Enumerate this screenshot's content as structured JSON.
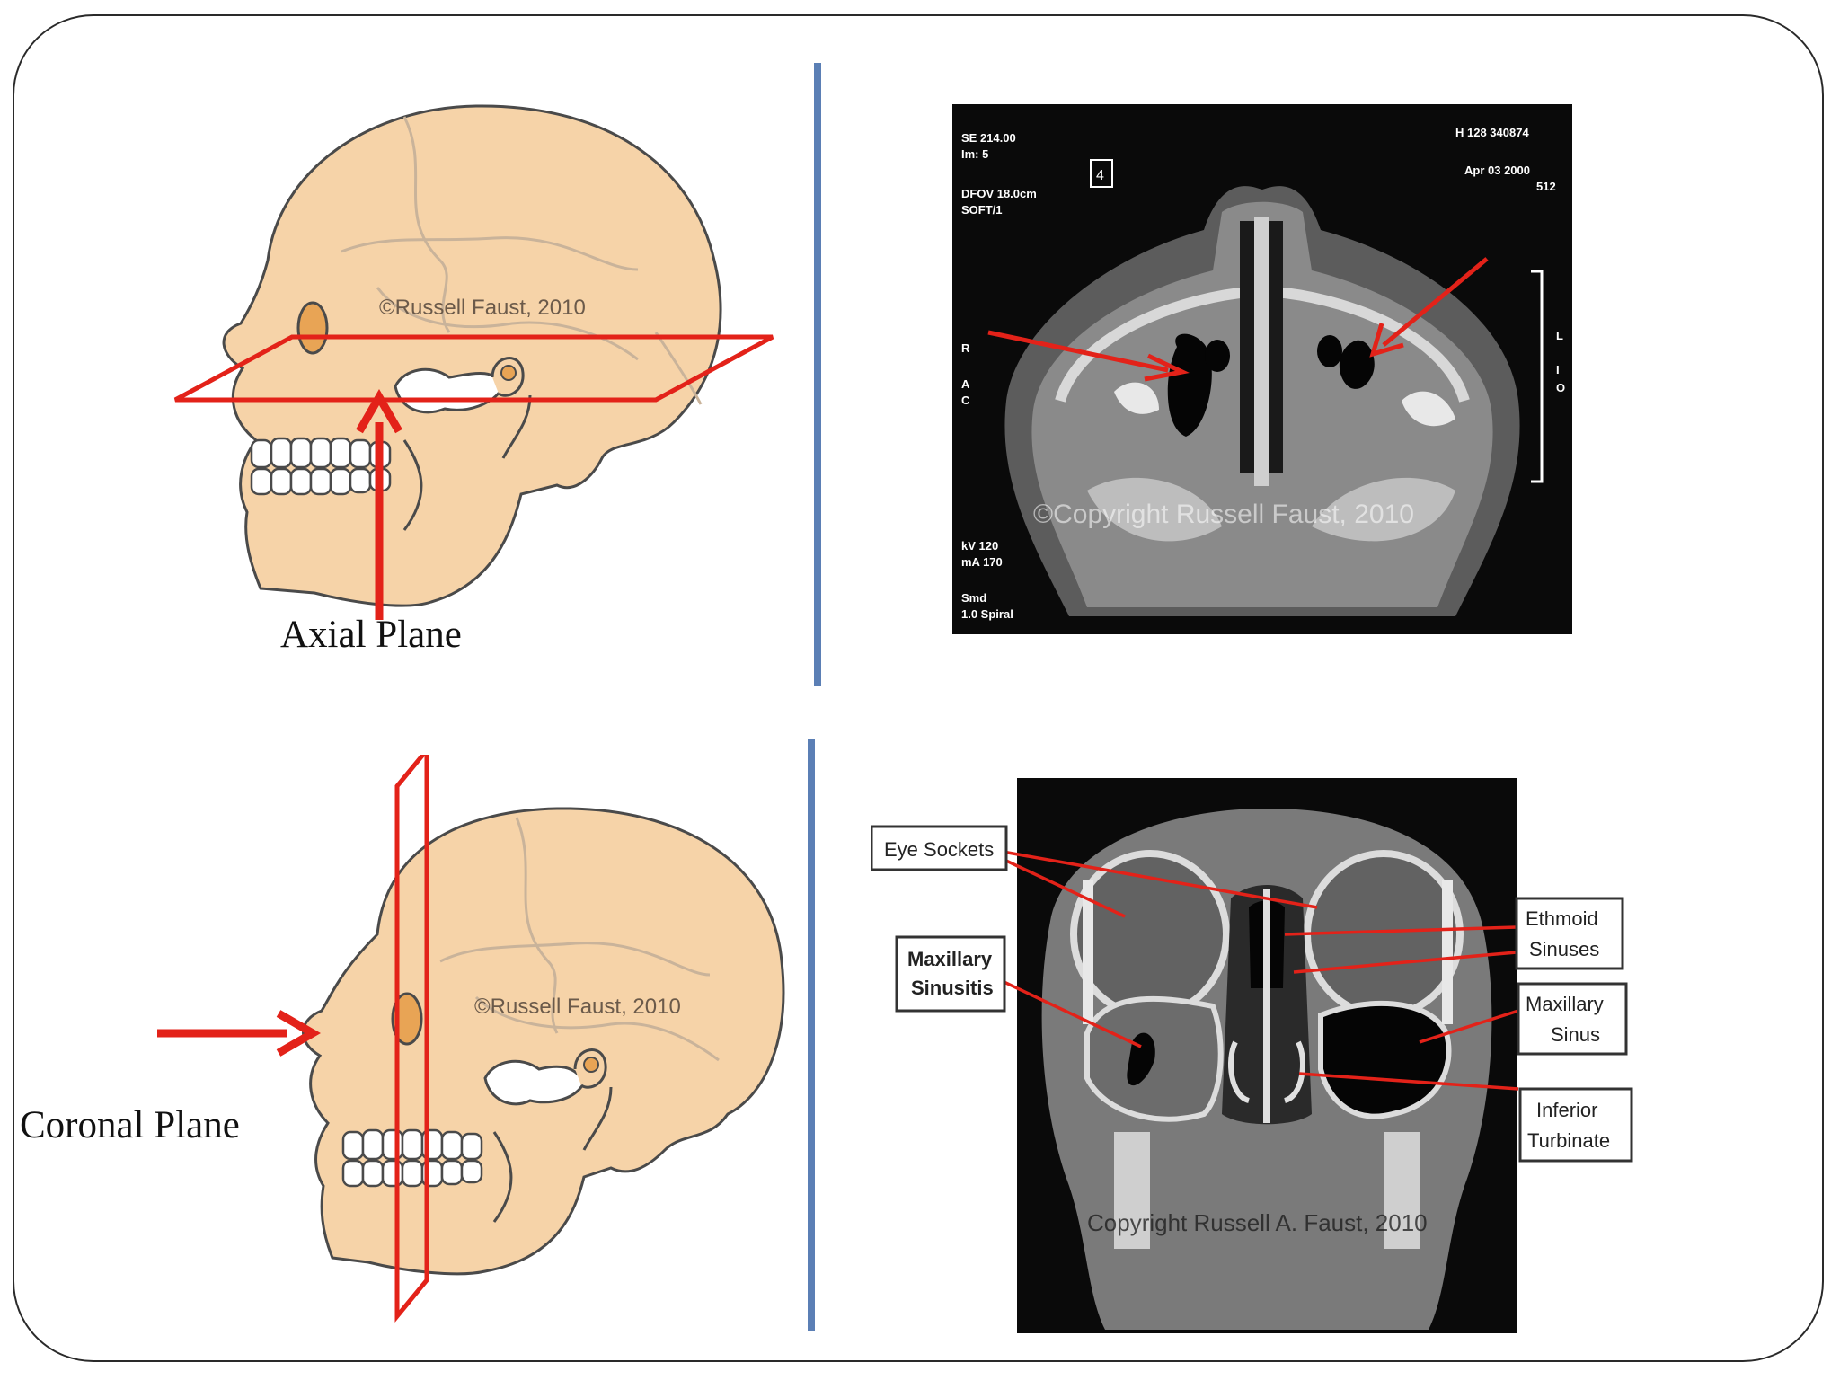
{
  "slide": {
    "top_left": {
      "plane_label": "Axial Plane",
      "skull_credit": "©Russell Faust, 2010"
    },
    "top_right": {
      "ct_header_left": [
        "SE 214.00",
        "Im: 5",
        "DFOV 18.0cm",
        "SOFT/1"
      ],
      "ct_header_right": [
        "H 128 340874",
        "Apr 03 2000",
        "512"
      ],
      "ct_box_number": "4",
      "ct_side_left": [
        "R",
        "A",
        "C"
      ],
      "ct_side_right": [
        "L",
        "I",
        "O"
      ],
      "ct_bottom_left": [
        "kV 120",
        "mA 170",
        "Smd",
        "1.0 Spiral"
      ],
      "watermark": "©Copyright Russell Faust, 2010"
    },
    "bottom_left": {
      "plane_label": "Coronal Plane",
      "skull_credit": "©Russell Faust, 2010"
    },
    "bottom_right": {
      "labels": {
        "eye_sockets": "Eye Sockets",
        "maxillary_sinusitis_1": "Maxillary",
        "maxillary_sinusitis_2": "Sinusitis",
        "ethmoid_1": "Ethmoid",
        "ethmoid_2": "Sinuses",
        "maxillary_sinus_1": "Maxillary",
        "maxillary_sinus_2": "Sinus",
        "inferior_1": "Inferior",
        "inferior_2": "Turbinate"
      },
      "watermark": "Copyright Russell A. Faust, 2010"
    },
    "colors": {
      "skull_fill": "#f6d3a8",
      "outline": "#4a4a4a",
      "plane_red": "#e32219",
      "divider_blue": "#5b7fb5",
      "ct_black": "#0a0a0a"
    }
  }
}
